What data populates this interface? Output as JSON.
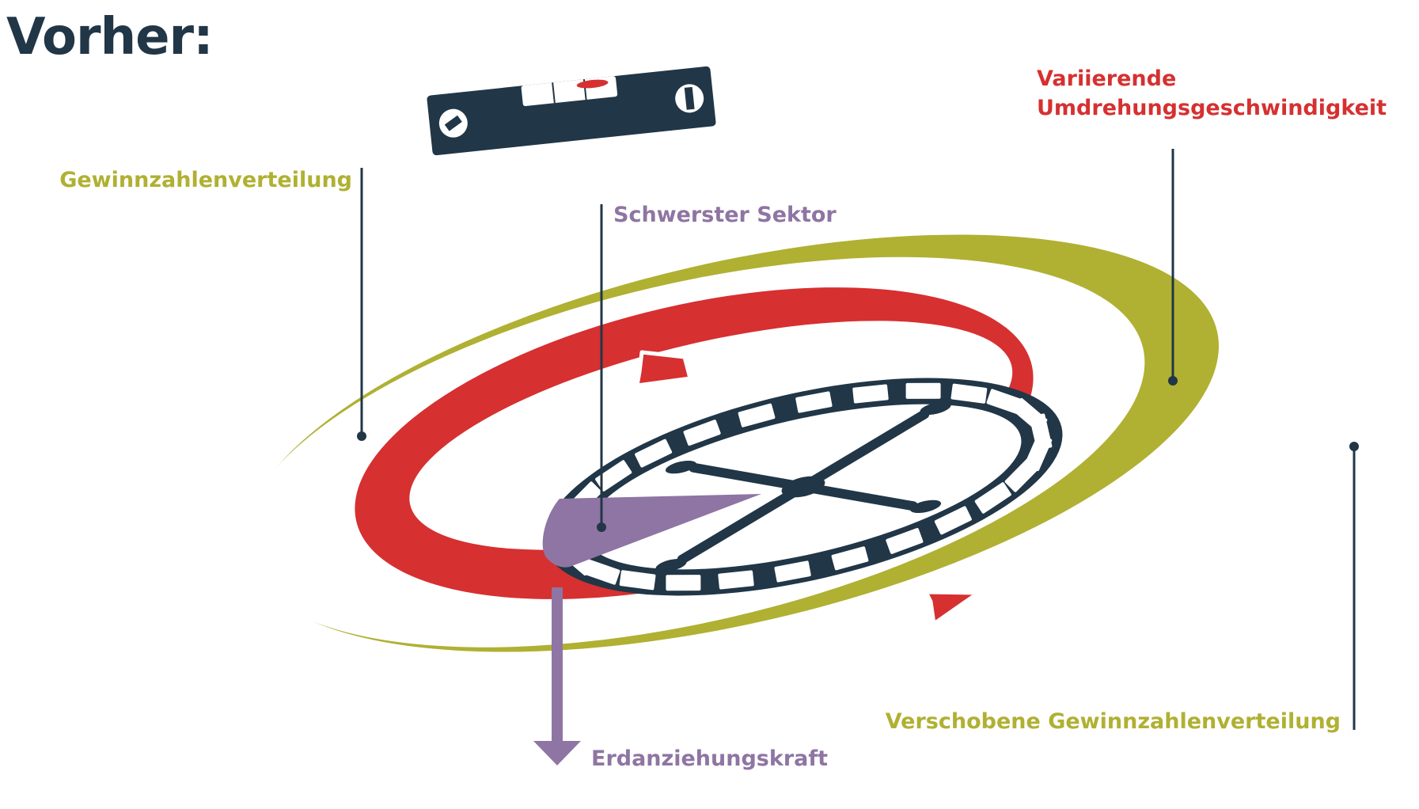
{
  "title": "Vorher:",
  "labels": {
    "distribution": "Gewinnzahlenverteilung",
    "heaviest_sector": "Schwerster Sektor",
    "speed_line1": "Variierende",
    "speed_line2": "Umdrehungsgeschwindigkeit",
    "shifted_distribution": "Verschobene Gewinnzahlenverteilung",
    "gravity": "Erdanziehungskraft"
  },
  "colors": {
    "navy": "#213647",
    "olive": "#B0B033",
    "red": "#D63031",
    "purple": "#8E75A3",
    "white": "#FFFFFF"
  },
  "icons": {
    "spirit_level": "spirit-level-icon",
    "roulette_wheel": "roulette-wheel-icon",
    "gravity_arrow": "down-arrow-icon"
  }
}
